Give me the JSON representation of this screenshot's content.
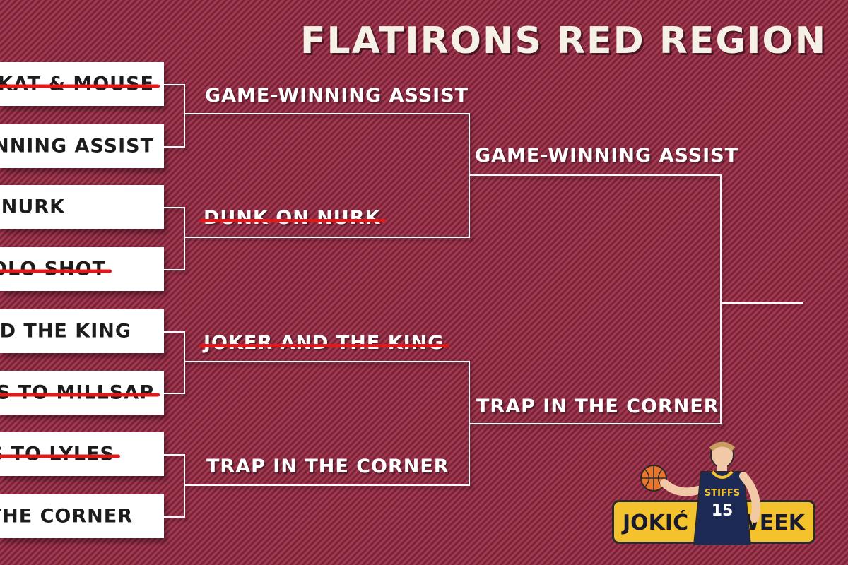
{
  "title": "FLATIRONS RED REGION",
  "round1": [
    {
      "label": "KAT & MOUSE",
      "eliminated": true
    },
    {
      "label": "INNING ASSIST",
      "eliminated": false
    },
    {
      "label": "NURK",
      "eliminated": false
    },
    {
      "label": "OLO SHOT",
      "eliminated": true
    },
    {
      "label": "ND THE KING",
      "eliminated": false
    },
    {
      "label": "SS TO MILLSAP",
      "eliminated": true
    },
    {
      "label": "S TO LYLES",
      "eliminated": true
    },
    {
      "label": "THE CORNER",
      "eliminated": false
    }
  ],
  "round2": [
    {
      "label": "GAME-WINNING ASSIST",
      "eliminated": false
    },
    {
      "label": "DUNK ON NURK",
      "eliminated": true
    },
    {
      "label": "JOKER AND THE KING",
      "eliminated": true
    },
    {
      "label": "TRAP IN THE CORNER",
      "eliminated": false
    }
  ],
  "round3": [
    {
      "label": "GAME-WINNING ASSIST",
      "eliminated": false
    },
    {
      "label": "TRAP IN THE CORNER",
      "eliminated": false
    }
  ],
  "logo": {
    "left": "JOKIĆ",
    "right": "WEEK",
    "jersey_text": "STIFFS",
    "jersey_number": "15"
  },
  "colors": {
    "background": "#8e2f45",
    "strike": "#e01a1a",
    "badge": "#f3c22d",
    "jersey": "#1d2a55"
  }
}
